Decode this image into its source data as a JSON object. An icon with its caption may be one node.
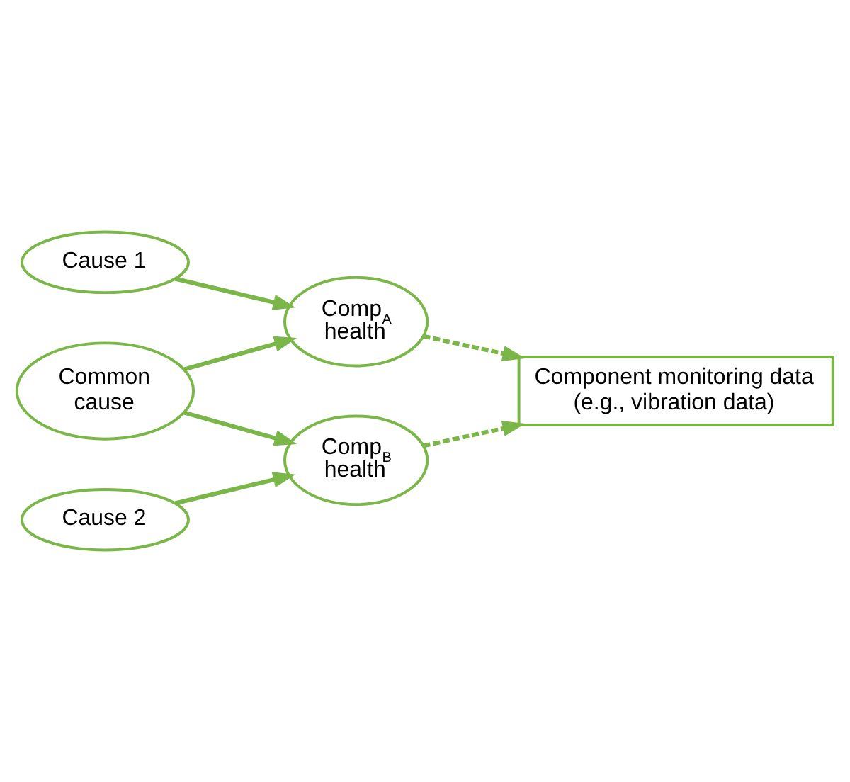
{
  "diagram": {
    "nodes": [
      {
        "text": [
          "Cause 1"
        ]
      },
      {
        "text": [
          "Comp$_{A}$ health"
        ]
      },
      {
        "text": [
          "Common cause"
        ]
      },
      {
        "text": [
          "Component monitoring data (e.g., vibration data)"
        ]
      },
      {
        "text": [
          "Comp$_{B}$ health"
        ]
      },
      {
        "text": [
          "Cause 2"
        ]
      }
    ],
    "edges": [
      {
        "from": 0,
        "to": 1,
        "arrow": "to"
      },
      {
        "from": 2,
        "to": 1,
        "arrow": "to"
      },
      {
        "from": 2,
        "to": 4,
        "arrow": "to"
      },
      {
        "from": 1,
        "to": 3,
        "arrow": "to",
        "style": "dashed"
      },
      {
        "from": 4,
        "to": 3,
        "arrow": "to",
        "style": "dashed"
      },
      {
        "from": 5,
        "to": 4,
        "arrow": "to"
      }
    ]
  }
}
